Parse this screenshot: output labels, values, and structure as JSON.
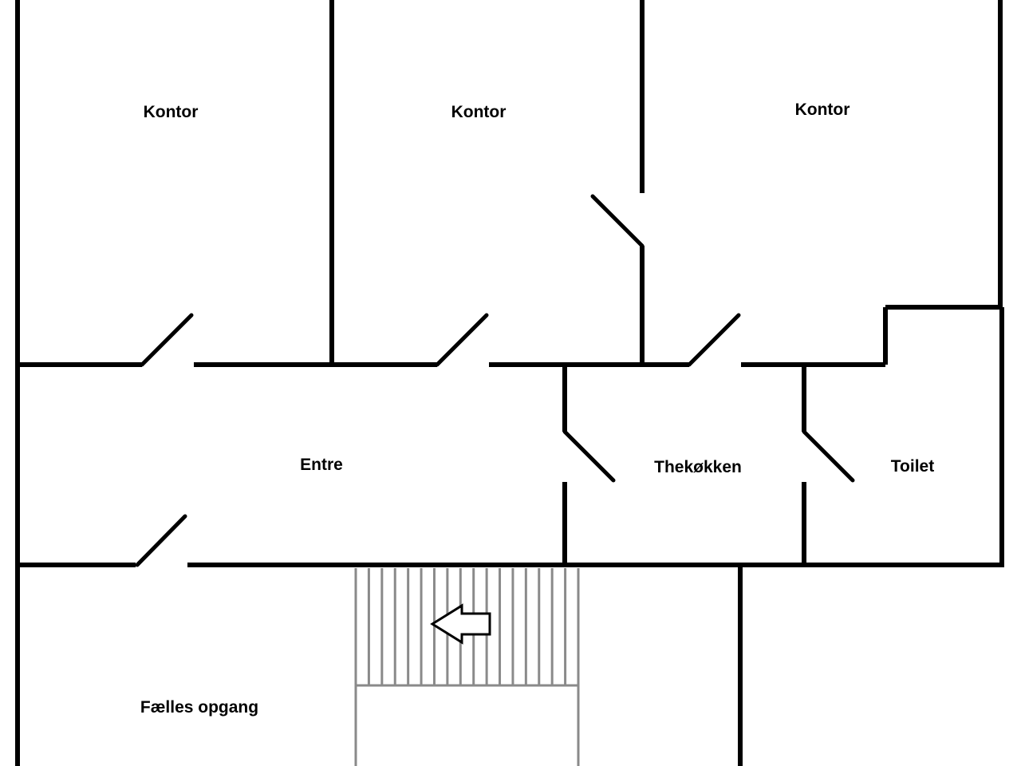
{
  "floor_plan": {
    "rooms": {
      "office_left": "Kontor",
      "office_middle": "Kontor",
      "office_right": "Kontor",
      "entrance": "Entre",
      "kitchenette": "Thekøkken",
      "toilet": "Toilet",
      "common_stairwell": "Fælles opgang"
    },
    "stair_direction_icon": "arrow-left-icon",
    "colors": {
      "walls": "#000000",
      "stairs": "#8a8a8a",
      "background": "#ffffff"
    }
  }
}
